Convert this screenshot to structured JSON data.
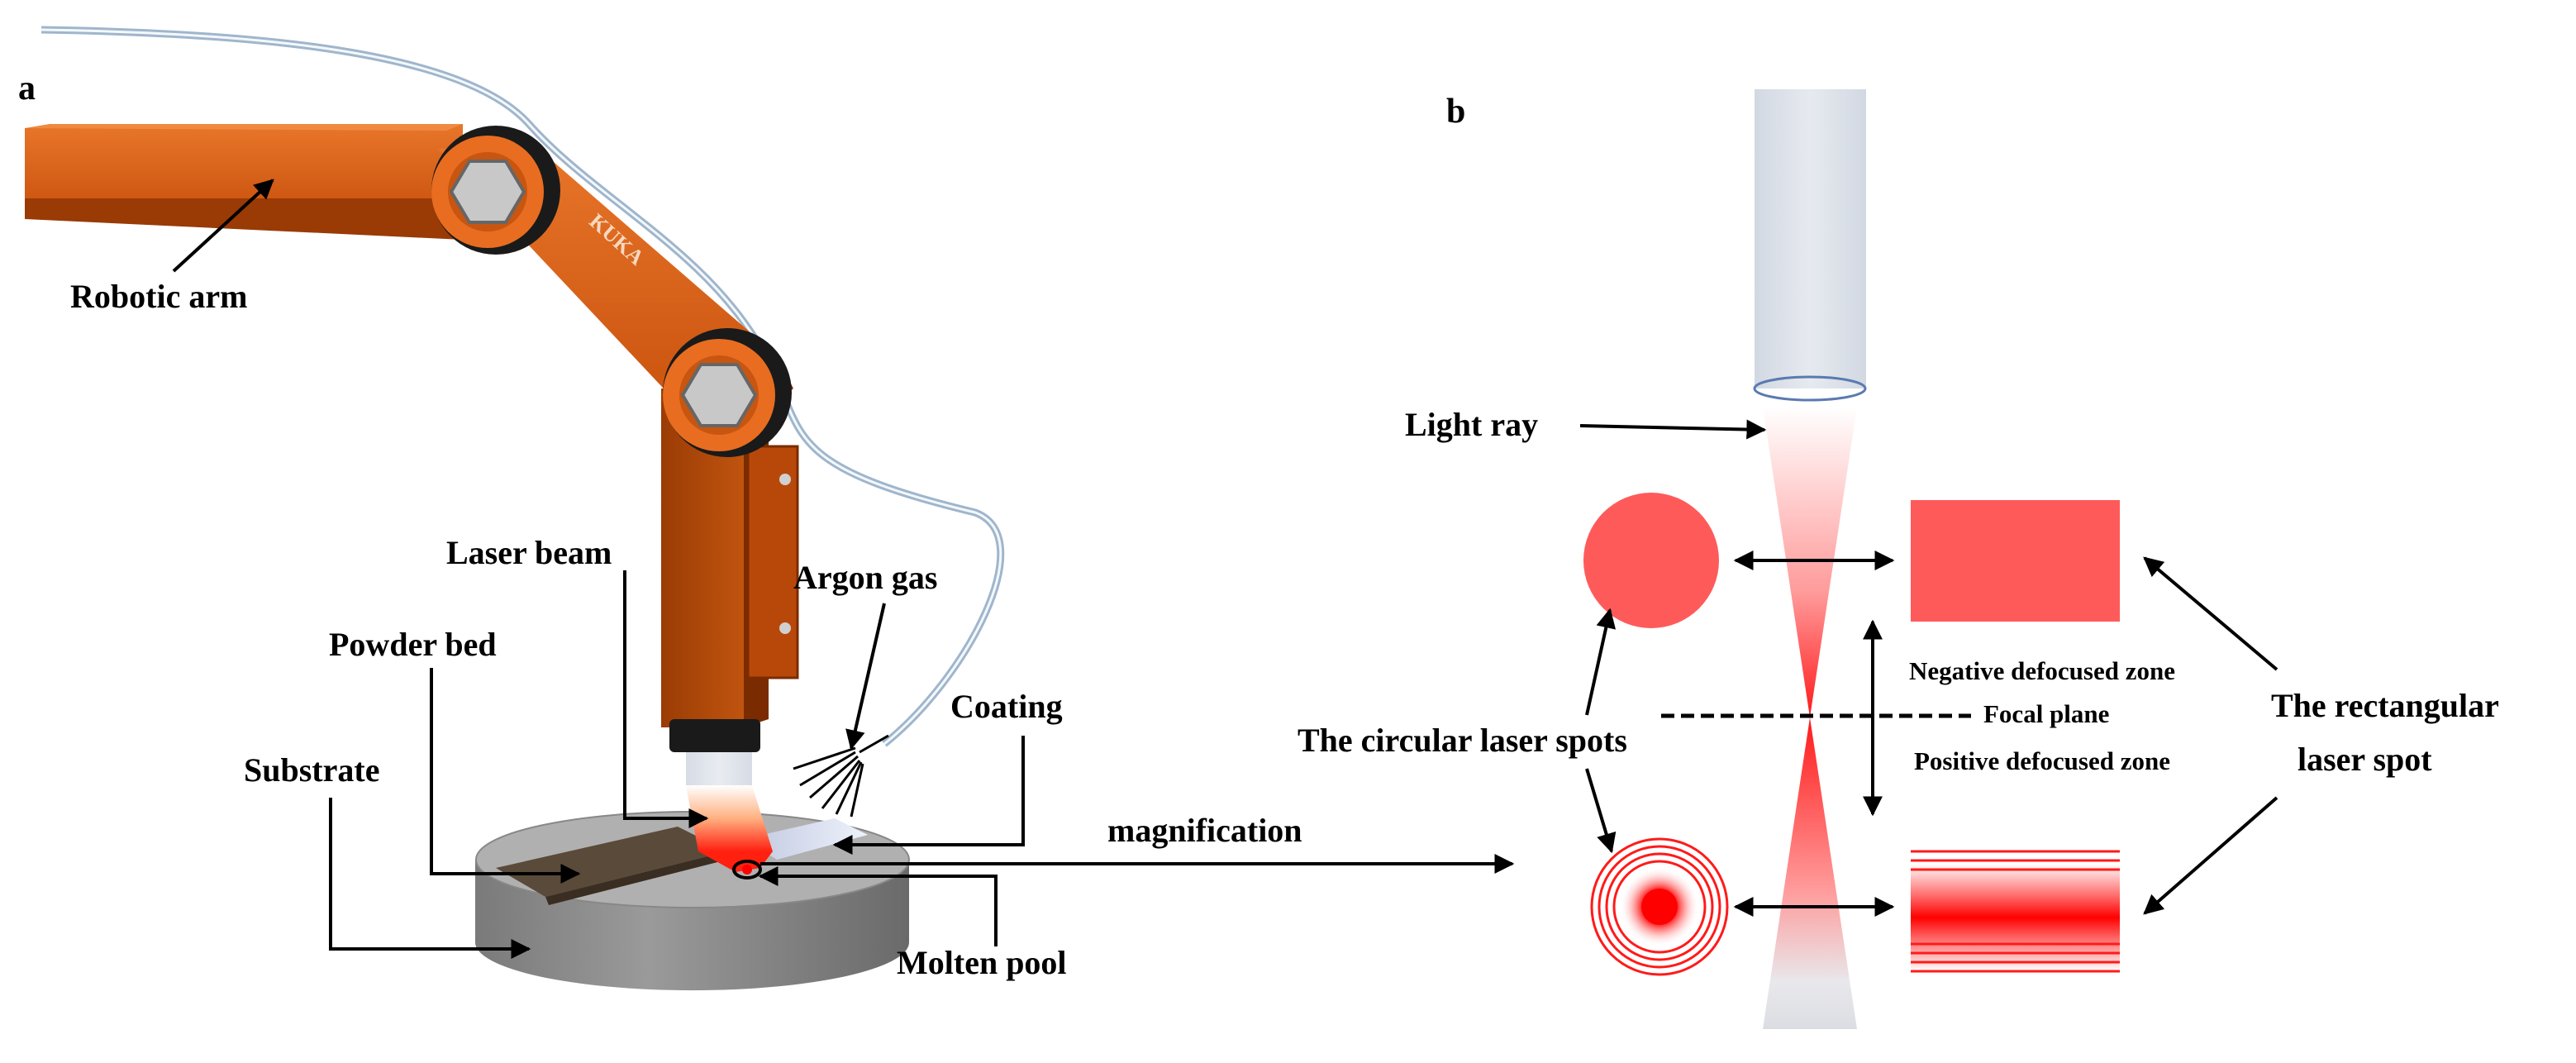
{
  "panels": {
    "a": "a",
    "b": "b"
  },
  "panel_a": {
    "robotic_arm": "Robotic arm",
    "arm_brand": "KUKA",
    "laser_beam": "Laser beam",
    "argon_gas": "Argon gas",
    "powder_bed": "Powder bed",
    "coating": "Coating",
    "substrate": "Substrate",
    "molten_pool": "Molten pool",
    "magnification": "magnification"
  },
  "panel_b": {
    "light_ray": "Light ray",
    "circular_spots": "The circular laser spots",
    "rect_spot_line1": "The rectangular",
    "rect_spot_line2": "laser spot",
    "negative_zone": "Negative defocused zone",
    "focal_plane": "Focal plane",
    "positive_zone": "Positive defocused zone"
  },
  "colors": {
    "arm_orange": "#c8500c",
    "arm_dark": "#8a3300",
    "laser_red": "#ff2020",
    "spot_red": "#ff5a5a",
    "beam_gray": "#d8dde6",
    "substrate_gray": "#8a8a8a"
  }
}
